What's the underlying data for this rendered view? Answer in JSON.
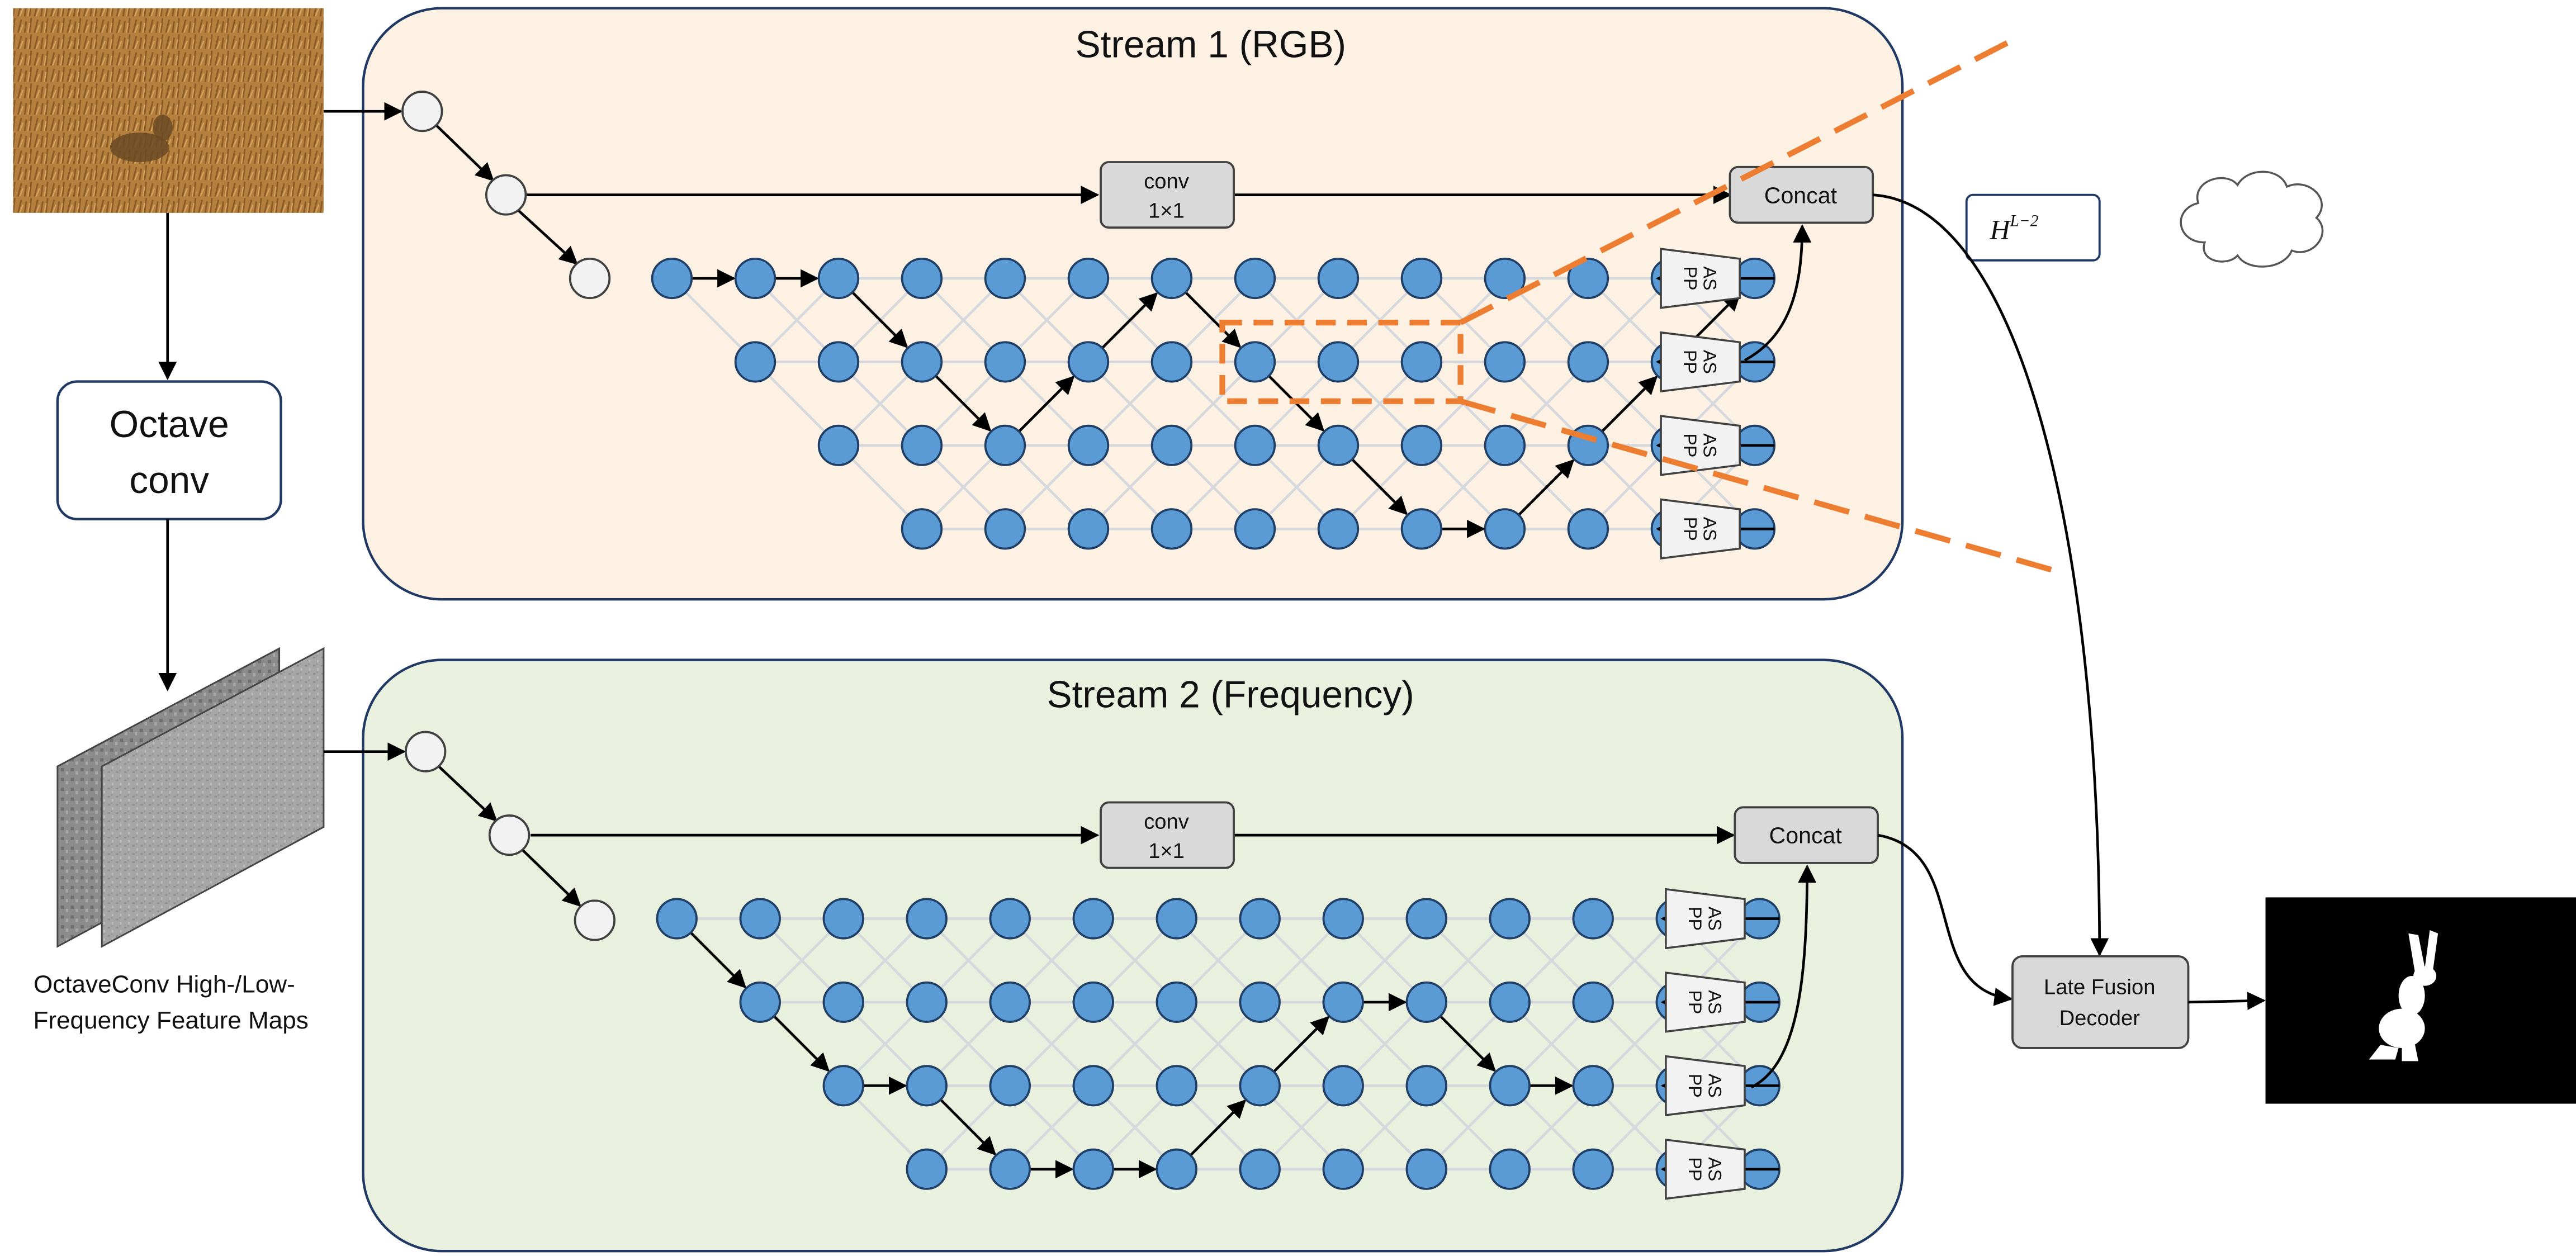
{
  "stream1": {
    "title": "Stream 1 (RGB)",
    "bg": "#fdf1e3"
  },
  "stream2": {
    "title": "Stream 2 (Frequency)",
    "bg": "#e9f0de"
  },
  "octave_conv": {
    "line1": "Octave",
    "line2": "conv"
  },
  "feature_maps_caption": {
    "line1": "OctaveConv High-/Low-",
    "line2": "Frequency Feature Maps"
  },
  "conv_block": {
    "line1": "conv",
    "line2": "1×1"
  },
  "concat_label": "Concat",
  "aspp_label": {
    "line1": "AS",
    "line2": "PP"
  },
  "hidden_state": {
    "base": "H",
    "superscript": "L−2"
  },
  "late_fusion": {
    "line1": "Late Fusion",
    "line2": "Decoder"
  },
  "colors": {
    "node_blue": "#5b9bd5",
    "node_border": "#1f3f66",
    "highlight_orange": "#ed7d31",
    "block_gray": "#d9d9d9",
    "box_border": "#1f3864"
  },
  "paths": {
    "stream1": [
      [
        "0,0",
        "1,0"
      ],
      [
        "1,0",
        "2,0"
      ],
      [
        "2,0",
        "3,1"
      ],
      [
        "3,1",
        "4,2"
      ],
      [
        "4,2",
        "5,1"
      ],
      [
        "5,1",
        "6,0"
      ],
      [
        "6,0",
        "7,1"
      ],
      [
        "7,1",
        "8,2"
      ],
      [
        "8,2",
        "9,3"
      ],
      [
        "9,3",
        "10,3"
      ],
      [
        "10,3",
        "11,2"
      ],
      [
        "11,2",
        "12,1"
      ],
      [
        "12,1",
        "13,0"
      ]
    ],
    "stream2": [
      [
        "0,0",
        "1,1"
      ],
      [
        "1,1",
        "2,2"
      ],
      [
        "2,2",
        "3,2"
      ],
      [
        "3,2",
        "4,3"
      ],
      [
        "4,3",
        "5,3"
      ],
      [
        "5,3",
        "6,3"
      ],
      [
        "6,3",
        "7,2"
      ],
      [
        "7,2",
        "8,1"
      ],
      [
        "8,1",
        "9,1"
      ],
      [
        "9,1",
        "10,2"
      ],
      [
        "10,2",
        "11,2"
      ]
    ]
  }
}
